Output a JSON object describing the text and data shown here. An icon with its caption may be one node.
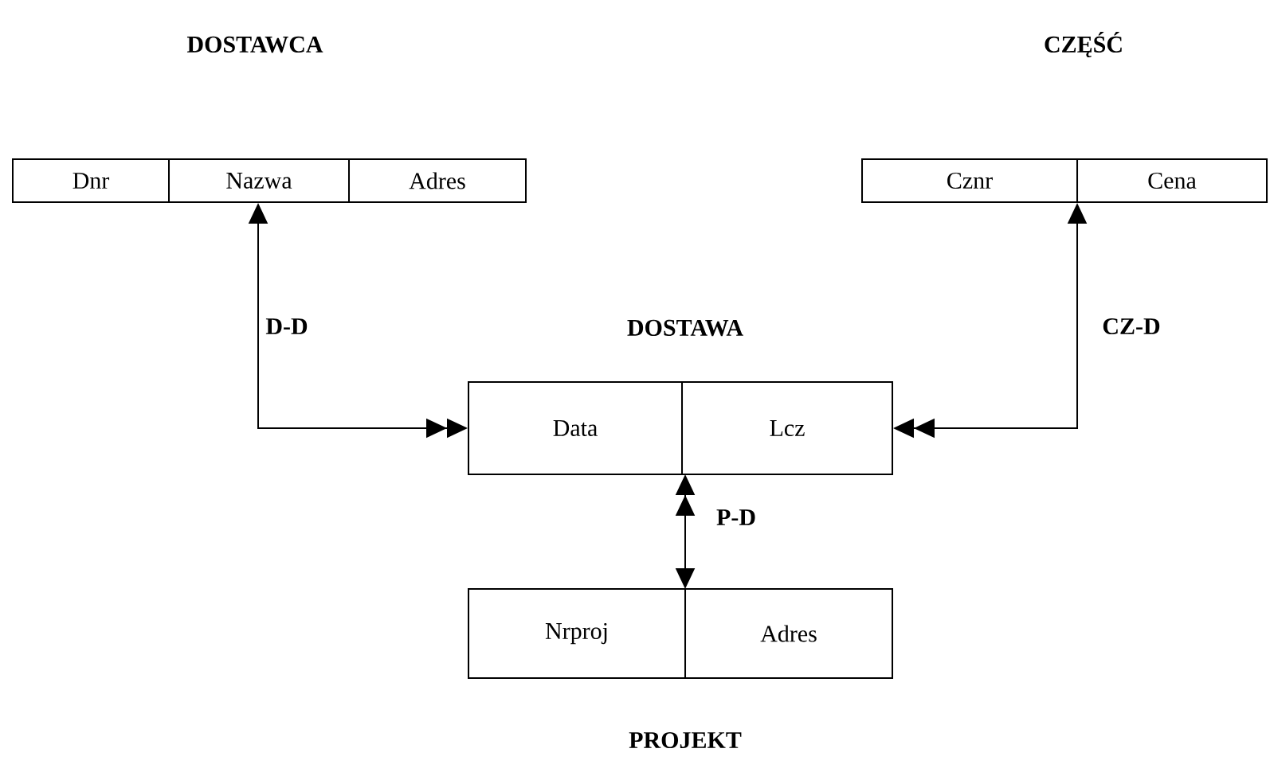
{
  "diagram": {
    "nodes": [
      {
        "text": [
          "DOSTAWCA"
        ]
      },
      {
        "text": [
          "Dnr"
        ],
        "in": 0
      },
      {
        "text": [
          "Nazwa"
        ],
        "in": 0
      },
      {
        "text": [
          "Adres"
        ],
        "in": 0
      },
      {
        "text": [
          "CZĘŚĆ"
        ]
      },
      {
        "text": [
          "Cznr"
        ],
        "in": 4
      },
      {
        "text": [
          "Cena"
        ],
        "in": 4
      },
      {
        "text": [
          "DOSTAWA"
        ]
      },
      {
        "text": [
          "Data"
        ],
        "in": 7
      },
      {
        "text": [
          "Lcz"
        ],
        "in": 7
      },
      {
        "text": [
          "PROJEKT"
        ]
      },
      {
        "text": [
          "Nrproj"
        ],
        "in": 10
      },
      {
        "text": [
          "Adres"
        ],
        "in": 10
      }
    ],
    "edges": [
      {
        "from": 0,
        "to": 7,
        "arrow": "both",
        "label": "D-D"
      },
      {
        "from": 4,
        "to": 7,
        "arrow": "both",
        "label": "CZ-D"
      },
      {
        "from": 10,
        "to": 7,
        "arrow": "both",
        "label": "P-D"
      }
    ]
  }
}
